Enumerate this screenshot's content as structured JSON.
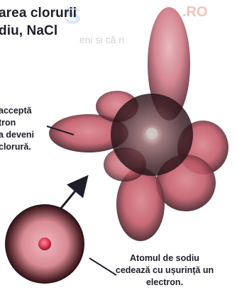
{
  "title": {
    "line1": "area clorurii",
    "line2": "diu, NaCl"
  },
  "watermark": {
    "logo": "s",
    "suffix": ".RO",
    "text": "eni si că ri"
  },
  "chlorine_label": {
    "line1": "acceptă",
    "line2": "tron",
    "line3": "a deveni",
    "line4": "clorură."
  },
  "sodium_label": {
    "line1": "Atomul de sodiu",
    "line2": "cedează cu ușurință un",
    "line3": "electron."
  },
  "colors": {
    "lobe": "#c25a68",
    "lobe_dark": "#2a1418",
    "nucleus": "#e03a55",
    "text": "#1e1e2a"
  }
}
